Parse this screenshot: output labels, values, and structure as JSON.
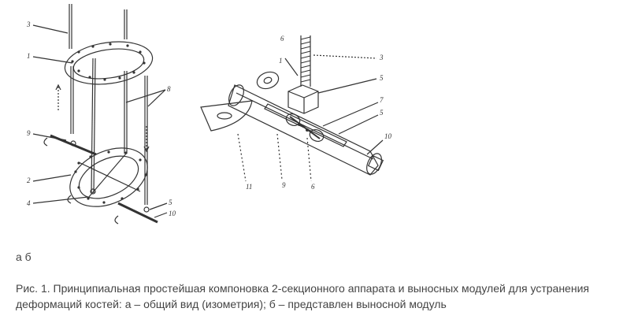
{
  "figure": {
    "left_labels": {
      "l3": "3",
      "l1": "1",
      "l8": "8",
      "l9": "9",
      "l2": "2",
      "l4": "4",
      "l5": "5",
      "l10": "10"
    },
    "right_labels": {
      "l6top": "6",
      "l1": "1",
      "l3": "3",
      "l5": "5",
      "l7": "7",
      "l5b": "5",
      "l10": "10",
      "l11": "11",
      "l9": "9",
      "l6bottom": "6"
    }
  },
  "subfig_labels": "а б",
  "caption": {
    "line1": "Рис. 1. Принципиальная простейшая компоновка 2-секционного аппарата и выносных модулей для устранения",
    "line2": "деформаций костей: а – общий вид (изометрия); б – представлен выносной модуль"
  },
  "colors": {
    "text": "#444444",
    "drawing": "#333333"
  }
}
